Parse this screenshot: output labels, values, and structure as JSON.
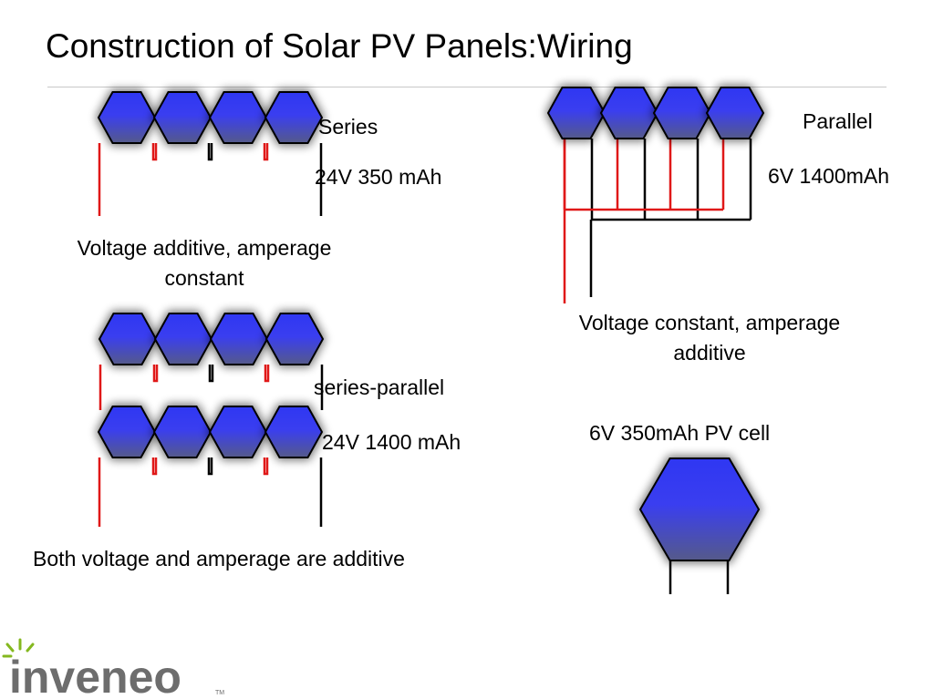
{
  "slide": {
    "title": "Construction of Solar PV Panels:Wiring"
  },
  "series": {
    "label": "Series",
    "rating": "24V 350 mAh",
    "caption": "Voltage additive, amperage constant"
  },
  "parallel": {
    "label": "Parallel",
    "rating": "6V  1400mAh",
    "caption": "Voltage constant, amperage additive"
  },
  "series_parallel": {
    "label": "series-parallel",
    "rating": "24V 1400 mAh",
    "caption": "Both voltage and amperage are additive"
  },
  "single_cell": {
    "label": "6V 350mAh PV cell"
  },
  "logo": {
    "text": "inveneo",
    "trademark": "TM"
  },
  "colors": {
    "cell_top": "#2f37f2",
    "cell_bottom": "#555a8a",
    "positive_wire": "#e01818",
    "negative_wire": "#000000",
    "logo_green": "#84b81f",
    "logo_gray": "#6d6d6d"
  }
}
